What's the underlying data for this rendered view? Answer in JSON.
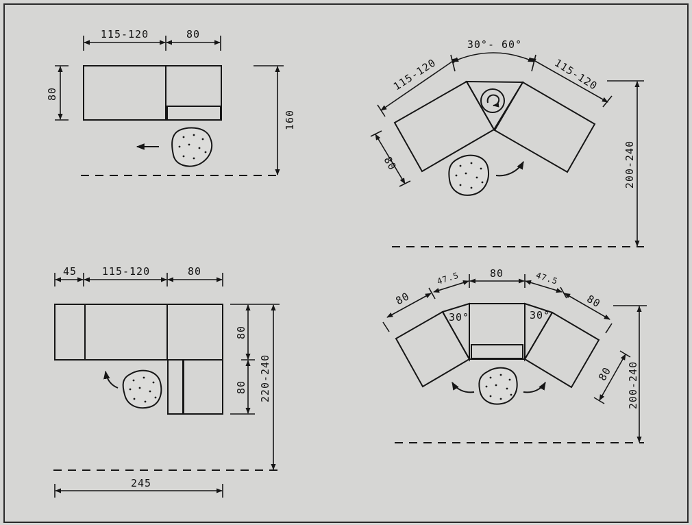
{
  "diagrams": {
    "top_left": {
      "dim_top_a": "115-120",
      "dim_top_b": "80",
      "dim_left": "80",
      "dim_right": "160"
    },
    "top_right": {
      "dim_angle": "30°- 60°",
      "dim_left_arm": "115-120",
      "dim_right_arm": "115-120",
      "dim_depth": "80",
      "dim_height": "200-240"
    },
    "bottom_left": {
      "dim_top_a": "45",
      "dim_top_b": "115-120",
      "dim_top_c": "80",
      "dim_right_upper": "80",
      "dim_right_lower": "80",
      "dim_right_total": "220-240",
      "dim_bottom": "245"
    },
    "bottom_right": {
      "dim_left": "80",
      "dim_gap_left": "47.5",
      "dim_center": "80",
      "dim_gap_right": "47.5",
      "dim_right": "80",
      "angle_left": "30°",
      "angle_right": "30°",
      "dim_depth": "80",
      "dim_height": "200-240"
    }
  }
}
